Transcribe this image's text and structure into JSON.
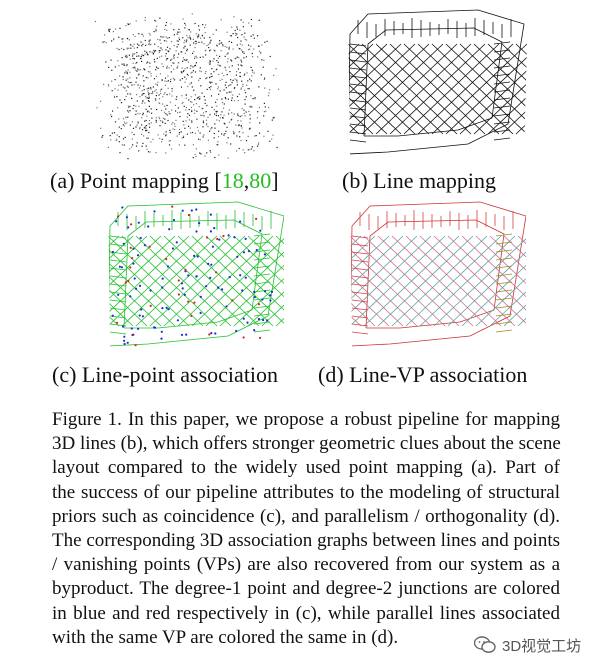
{
  "panels": {
    "a": {
      "caption_prefix": "(a) Point mapping [",
      "cite1": "18",
      "sep": ",",
      "cite2": "80",
      "caption_suffix": "]"
    },
    "b": {
      "caption": "(b) Line mapping"
    },
    "c": {
      "caption": "(c) Line-point association"
    },
    "d": {
      "caption": "(d) Line-VP association"
    }
  },
  "figure_text": [
    "Figure 1. In this paper, we propose a robust pipeline for mapping",
    "3D lines (b), which offers stronger geometric clues about the scene",
    "layout compared to the widely used point mapping (a).  Part of",
    "the success of our pipeline attributes to the modeling of structural",
    "priors such as coincidence (c), and parallelism / orthogonality (d).",
    "The corresponding 3D association graphs between lines and points",
    "/ vanishing points (VPs) are also recovered from our system as a",
    "byproduct. The degree-1 point and degree-2 junctions are colored",
    "in blue and red respectively in (c), while parallel lines associated",
    "with the same VP are colored the same in (d)."
  ],
  "watermark": "3D视觉工坊",
  "colors": {
    "citation": "#22bb22",
    "point_degree1": "#1a2fd0",
    "junction_degree2": "#e02020",
    "line_green": "#22c030"
  }
}
